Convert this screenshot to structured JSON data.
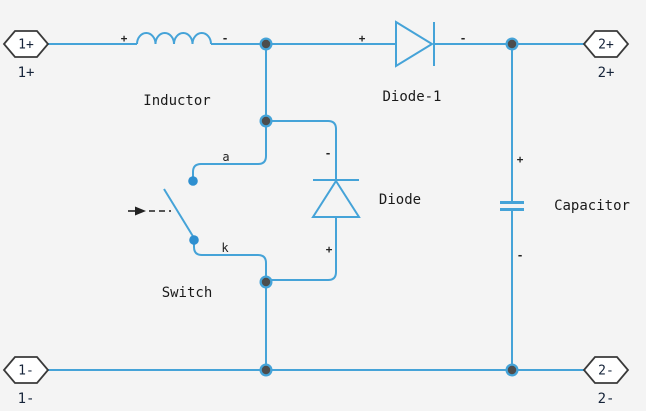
{
  "diagram_type": "circuit-schematic",
  "colors": {
    "background": "#f4f4f4",
    "wire": "#45a3d8",
    "junction_center": "#4d4d4d",
    "port_fill": "#ffffff",
    "port_stroke": "#3a3a3a",
    "label_text": "#1a1a1a"
  },
  "ports": [
    {
      "text": "1+",
      "label": "1+"
    },
    {
      "text": "2+",
      "label": "2+"
    },
    {
      "text": "1-",
      "label": "1-"
    },
    {
      "text": "2-",
      "label": "2-"
    }
  ],
  "components": {
    "inductor": {
      "label": "Inductor",
      "plus": "+",
      "minus": "-"
    },
    "diode1": {
      "label": "Diode-1",
      "plus": "+",
      "minus": "-"
    },
    "diode": {
      "label": "Diode",
      "plus": "+",
      "minus": "-"
    },
    "switch": {
      "label": "Switch",
      "terminal_a": "a",
      "terminal_k": "k"
    },
    "capacitor": {
      "label": "Capacitor",
      "plus": "+",
      "minus": "-"
    }
  }
}
